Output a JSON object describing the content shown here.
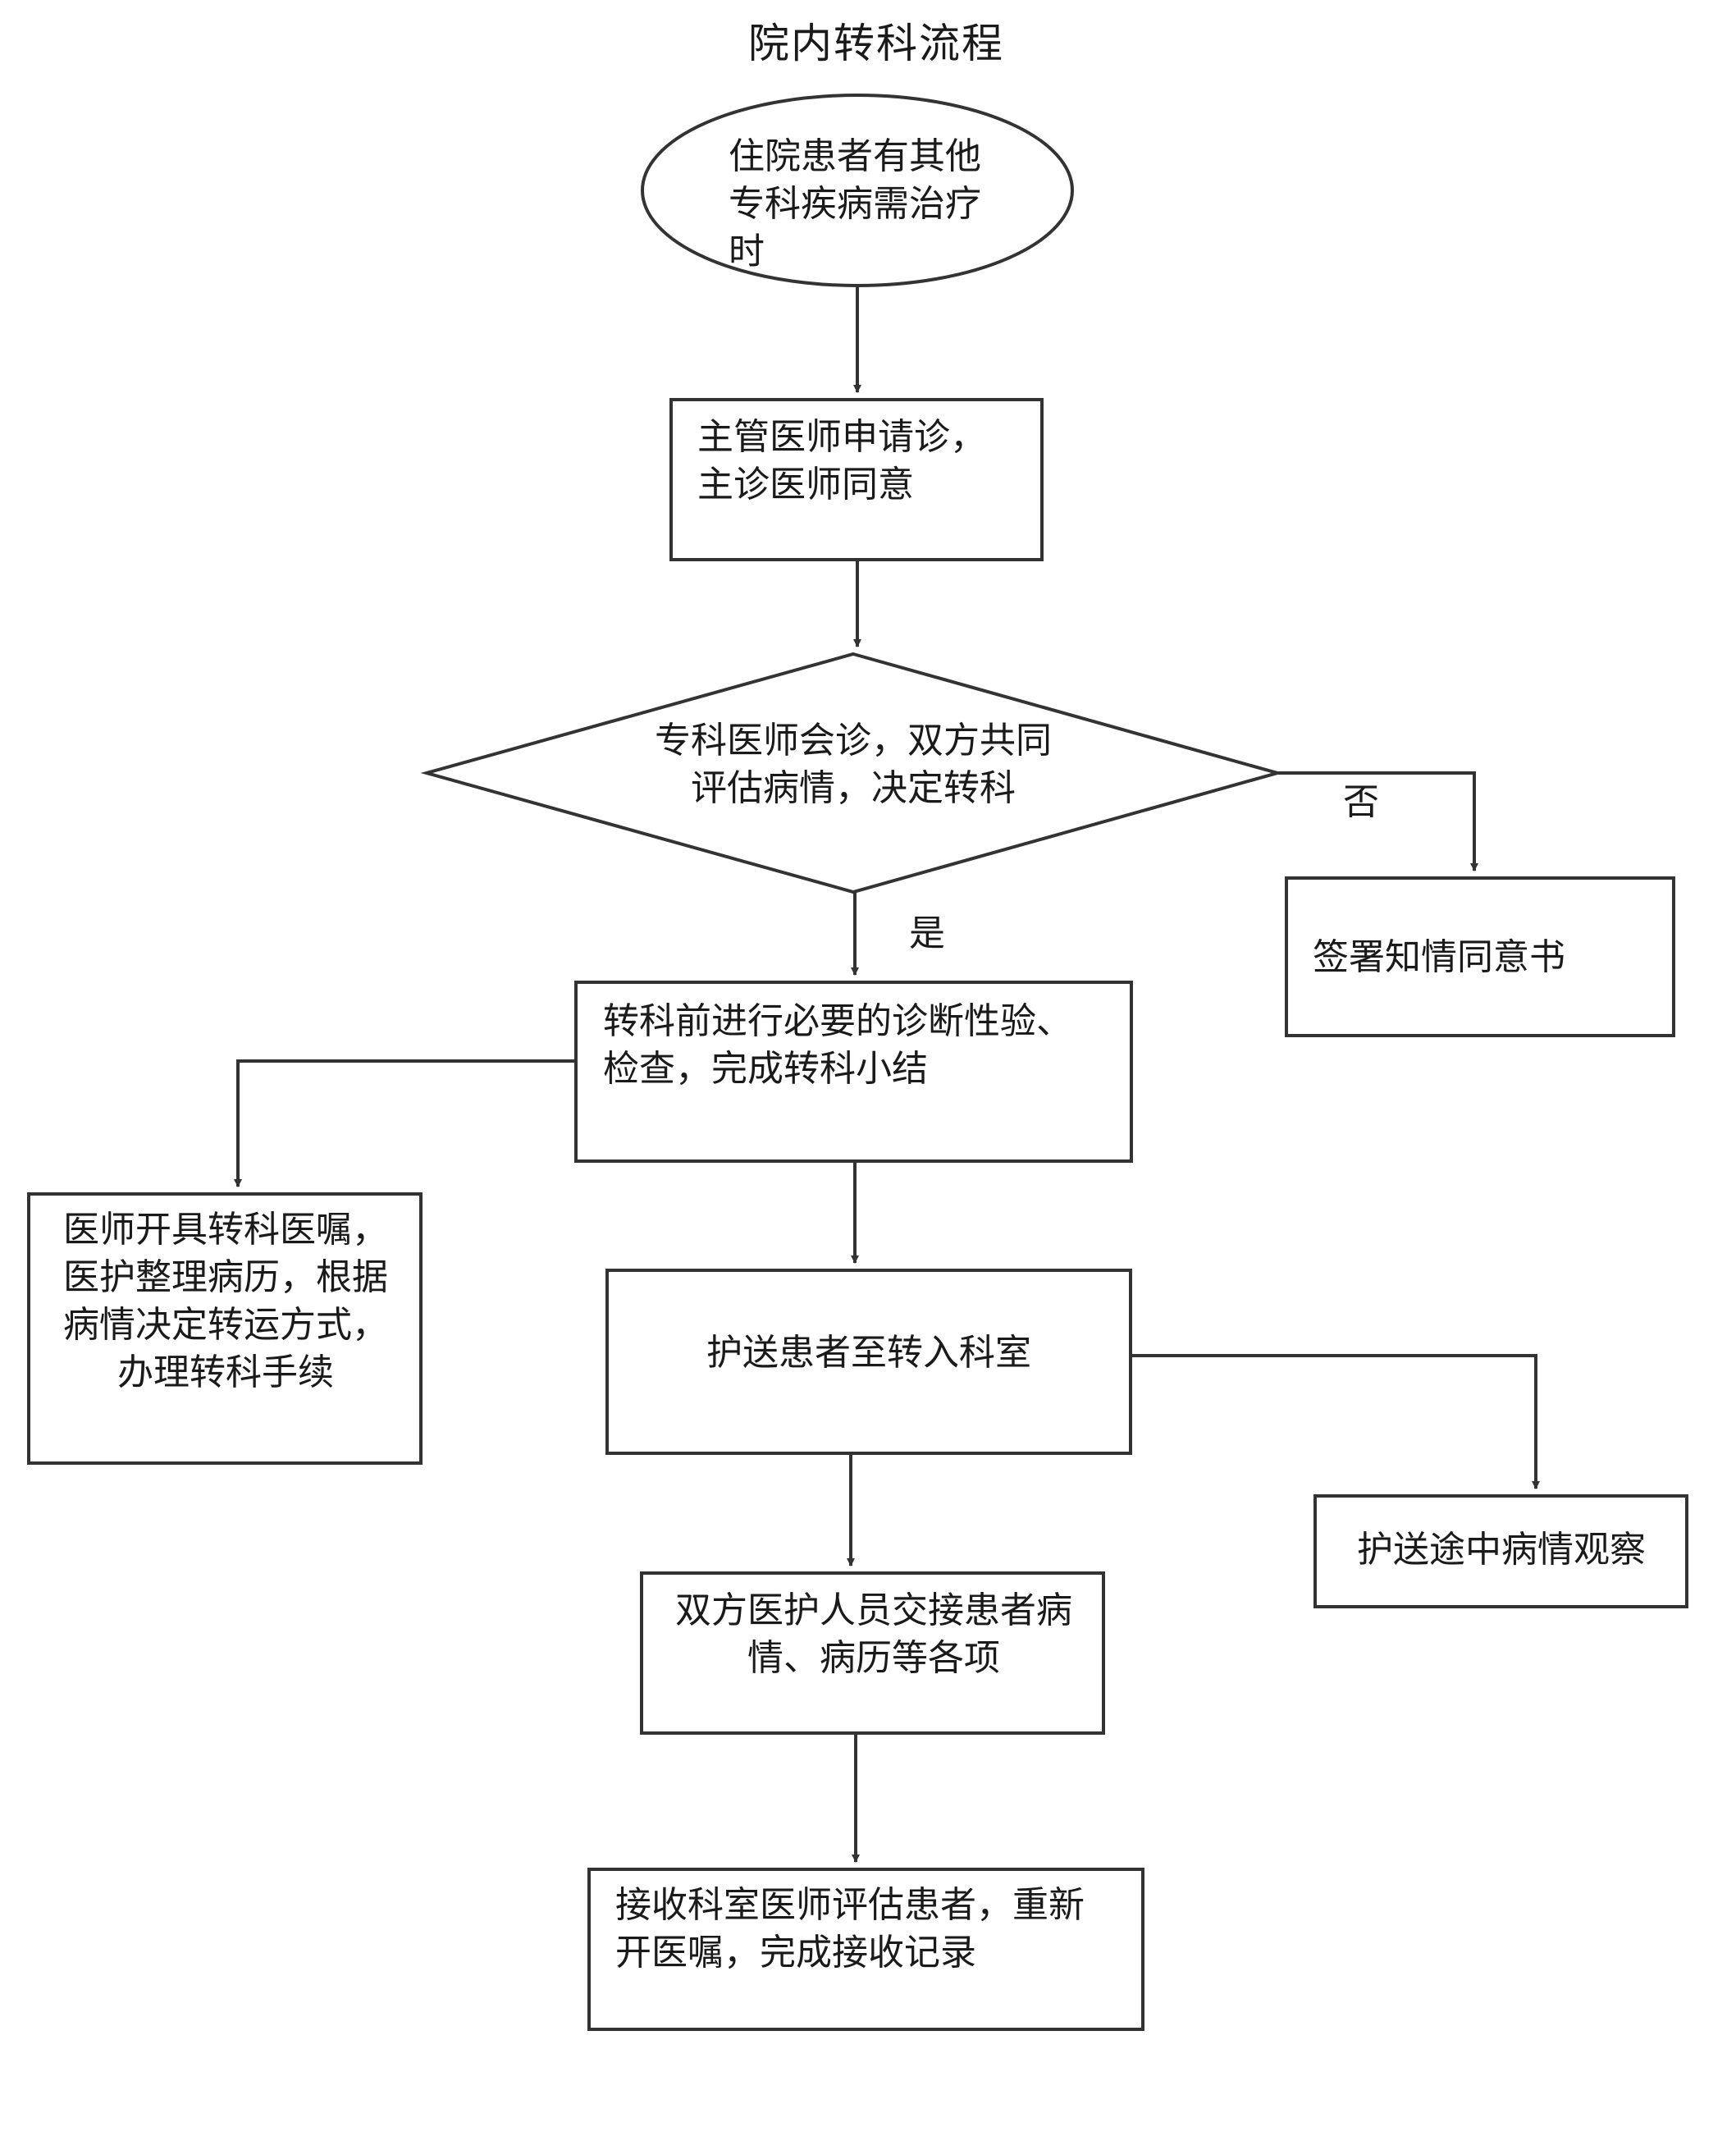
{
  "title": "院内转科流程",
  "nodes": {
    "start": "住院患者有其他\n专科疾病需治疗\n时",
    "request": "主管医师申请诊，\n主诊医师同意",
    "decision": "专科医师会诊，双方共同\n评估病情，决定转科",
    "consent": "签署知情同意书",
    "prepare": "转科前进行必要的诊断性验、\n检查，完成转科小结",
    "orders": "医师开具转科医嘱，\n医护整理病历，根据\n病情决定转运方式，\n办理转科手续",
    "escort": "护送患者至转入科室",
    "observe": "护送途中病情观察",
    "handover": "双方医护人员交接患者病\n情、病历等各项",
    "receive": "接收科室医师评估患者，重新\n开医嘱，完成接收记录"
  },
  "branches": {
    "yes": "是",
    "no": "否"
  }
}
